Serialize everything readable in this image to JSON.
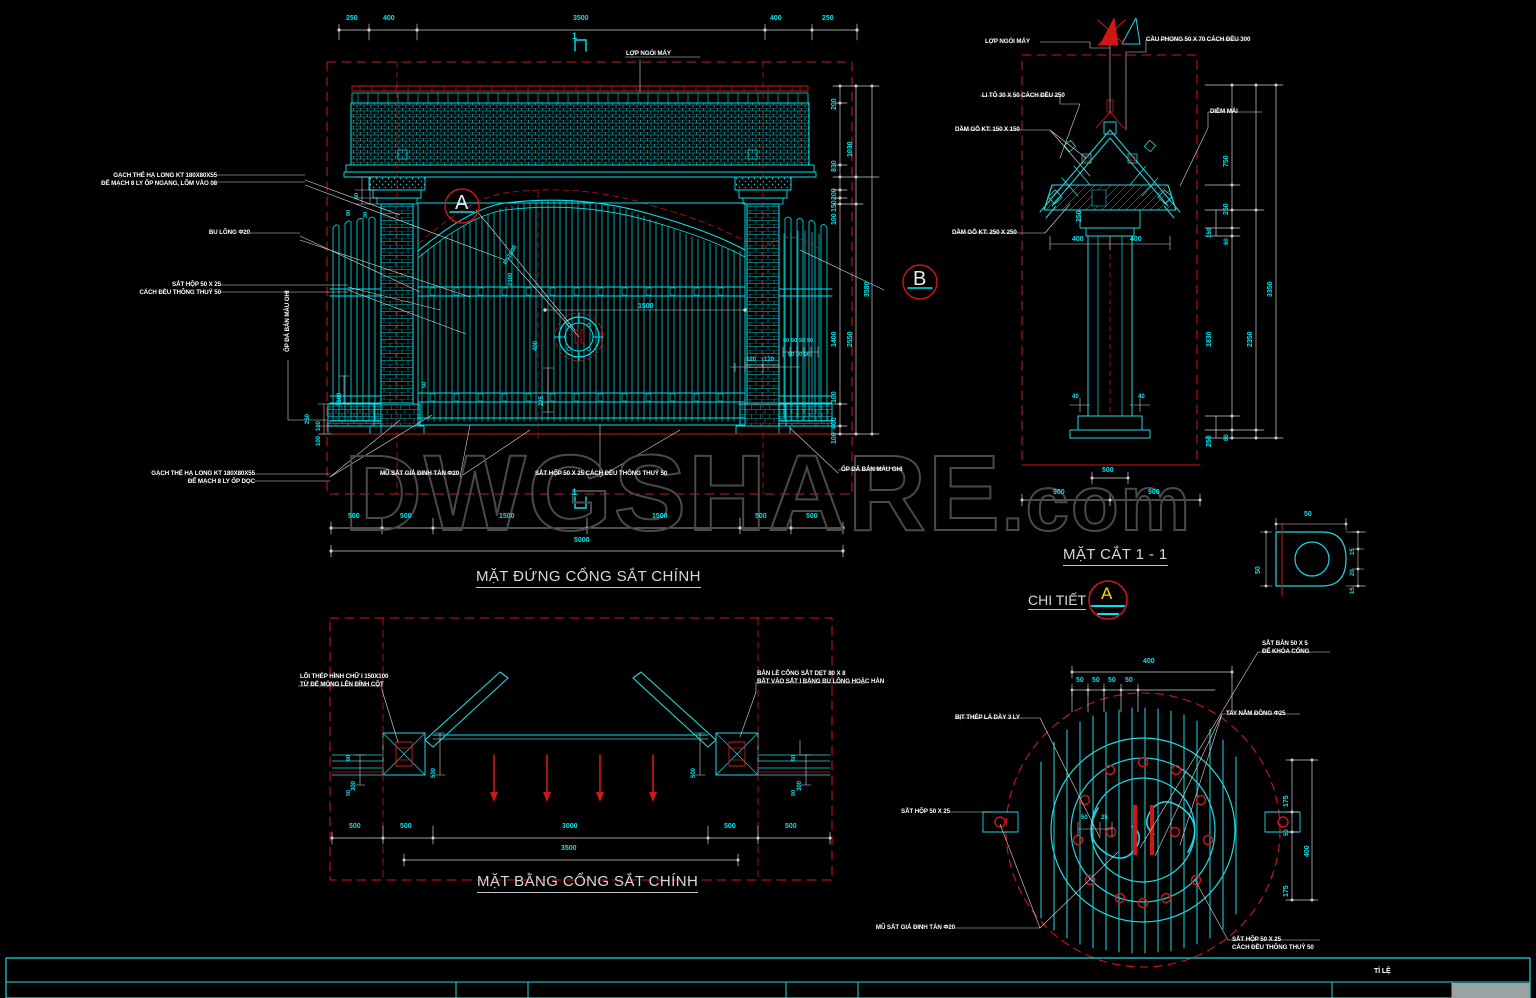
{
  "app": {
    "background": "#000000",
    "cad_cyan": "#00e5ee",
    "cad_red": "#d01616",
    "cad_white": "#ffffff",
    "cad_yellow": "#ffd700",
    "watermark_main": "DWGSHARE",
    "watermark_suffix": ".com"
  },
  "titles": {
    "elevation": "MẶT ĐỨNG CỔNG SẮT CHÍNH",
    "plan": "MẶT BẰNG CỔNG SẮT CHÍNH",
    "section": "MẶT CẮT 1 - 1",
    "detail_prefix": "CHI TIẾT",
    "detail_tag": "A"
  },
  "markers": {
    "a": "A",
    "b": "B",
    "section_cut": "1"
  },
  "elevation": {
    "top_dims": [
      "250",
      "400",
      "3500",
      "400",
      "250"
    ],
    "bottom_dims": [
      "500",
      "500",
      "1500",
      "1500",
      "500",
      "500"
    ],
    "overall_bottom": "5000",
    "right_dims_inner": [
      "200",
      "830",
      "200",
      "150",
      "100",
      "1400",
      "100",
      "400",
      "100"
    ],
    "right_dims_mid": [
      "1030",
      "2550"
    ],
    "right_dims_outer": [
      "3580"
    ],
    "left_pier_dims": [
      "50",
      "80",
      "30",
      "1500",
      "100",
      "250",
      "100",
      "50"
    ],
    "gate_dims": [
      "1500",
      "2100",
      "275",
      "400",
      "120",
      "120",
      "50",
      "50",
      "50",
      "50"
    ],
    "radius": "R=2600",
    "labels": [
      {
        "text": "GẠCH THẺ HẠ LONG KT 180X80X55",
        "sub": "ĐỂ MẠCH 8 LY ỐP NGANG, LÕM VÀO 08"
      },
      {
        "text": "BU LÔNG Φ20"
      },
      {
        "text": "SẮT HỘP 50 X 25",
        "sub": "CÁCH ĐỀU THÔNG THUỶ 50"
      },
      {
        "text": "ỐP ĐÁ BẢN MÀU GHI"
      },
      {
        "text": "GẠCH THẺ HẠ LONG KT 180X80X55",
        "sub": "ĐỂ MẠCH 8 LY ỐP DỌC"
      },
      {
        "text": "MŨ SẮT GIẢ ĐINH TÁN Φ20"
      },
      {
        "text": "SẮT HỘP 50 X 25 CÁCH ĐỀU THÔNG THUỶ 50"
      },
      {
        "text": "ỐP ĐÁ BẢN MÀU GHI"
      },
      {
        "text": "LỢP NGÓI MÁY"
      }
    ]
  },
  "section": {
    "title": "MẶT CẮT 1 - 1",
    "labels": [
      {
        "text": "LỢP NGÓI MÁY"
      },
      {
        "text": "CẦU PHONG 50 X 70 CÁCH ĐỀU 300"
      },
      {
        "text": "LI TÔ 30 X 50 CÁCH ĐỀU 250"
      },
      {
        "text": "DẦM GỖ KT: 150 X 150"
      },
      {
        "text": "DẦM GỖ KT: 250 X 250"
      },
      {
        "text": "DIỀM MÁI"
      }
    ],
    "right_dims": [
      "750",
      "250",
      "150",
      "60",
      "1830",
      "2350",
      "3350",
      "60",
      "250"
    ],
    "inner_dims": [
      "250",
      "400",
      "400",
      "40",
      "40"
    ],
    "base_dims": [
      "900",
      "500",
      "900"
    ]
  },
  "plan": {
    "title": "MẶT BẰNG CỔNG SẮT CHÍNH",
    "dims_top": [
      "500",
      "500",
      "3000",
      "500",
      "500"
    ],
    "dims_overall": "3500",
    "pier_dims": [
      "500",
      "500",
      "300",
      "300",
      "50",
      "50",
      "50",
      "50"
    ],
    "labels": [
      {
        "text": "LÕI THÉP HÌNH CHỮ I 150X100",
        "sub": "TỪ ĐẾ MÓNG LÊN ĐỈNH CỘT"
      },
      {
        "text": "BẢN LỀ CỔNG SẮT DẸT 80 X 8",
        "sub": "BẮT VÀO SẮT I BẰNG BU LÔNG HOẶC HÀN"
      }
    ]
  },
  "detail_small": {
    "dims": [
      "50",
      "50",
      "15",
      "20",
      "15"
    ]
  },
  "detail_a": {
    "title_prefix": "CHI TIẾT",
    "tag": "A",
    "dims_top": [
      "400",
      "50",
      "50",
      "50",
      "50"
    ],
    "dims_inner": [
      "50",
      "25"
    ],
    "dims_right": [
      "175",
      "50",
      "175",
      "400"
    ],
    "labels": [
      {
        "text": "BỊT THÉP LÁ DÀY 3 LY"
      },
      {
        "text": "SẮT BẢN 50 X 5",
        "sub": "ĐỂ KHÓA CỔNG"
      },
      {
        "text": "TAY NẮM ĐỒNG Φ25"
      },
      {
        "text": "SẮT HỘP 50 X 25"
      },
      {
        "text": "MŨ SẮT GIẢ ĐINH TÁN Φ20"
      },
      {
        "text": "SẮT HỘP 50 X 25",
        "sub": "CÁCH ĐỀU THÔNG THUỶ 50"
      }
    ]
  },
  "titleblock": {
    "scale": "TỈ LỆ"
  }
}
